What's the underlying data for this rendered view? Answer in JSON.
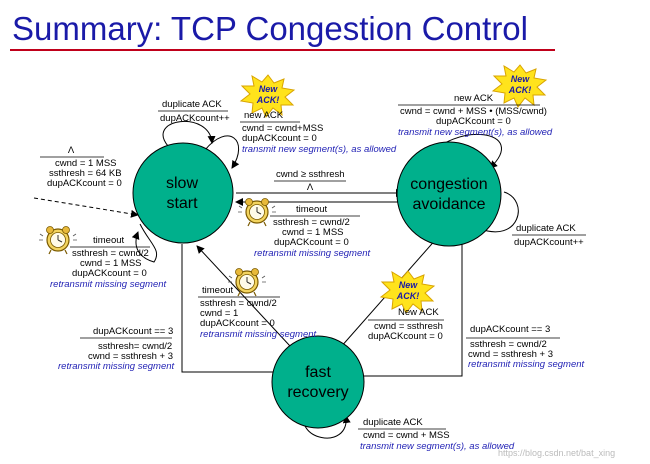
{
  "title": "Summary: TCP Congestion Control",
  "states": {
    "slow_start": [
      "slow",
      "start"
    ],
    "congestion_avoidance": [
      "congestion",
      "avoidance"
    ],
    "fast_recovery": [
      "fast",
      "recovery"
    ]
  },
  "badge": [
    "New",
    "ACK!"
  ],
  "init": {
    "event": "Λ",
    "actions": [
      "cwnd = 1 MSS",
      "ssthresh = 64 KB",
      "dupACKcount = 0"
    ]
  },
  "ss_dup": {
    "event": "duplicate ACK",
    "action": "dupACKcount++"
  },
  "ss_newack": {
    "event": "new ACK",
    "actions": [
      "cwnd = cwnd+MSS",
      "dupACKcount = 0"
    ],
    "note": "transmit new segment(s), as allowed"
  },
  "ss_timeout": {
    "event": "timeout",
    "actions": [
      "ssthresh = cwnd/2",
      "cwnd = 1 MSS",
      "dupACKcount = 0"
    ],
    "note": "retransmit missing segment"
  },
  "ss_to_ca": {
    "event": "cwnd ≥ ssthresh",
    "action": "Λ"
  },
  "ca_timeout": {
    "event": "timeout",
    "actions": [
      "ssthresh = cwnd/2",
      "cwnd = 1 MSS",
      "dupACKcount = 0"
    ],
    "note": "retransmit missing segment"
  },
  "ca_newack": {
    "event": "new ACK",
    "actions": [
      "cwnd = cwnd + MSS • (MSS/cwnd)",
      "dupACKcount = 0"
    ],
    "note": "transmit new segment(s), as allowed"
  },
  "ca_dup": {
    "event": "duplicate ACK",
    "action": "dupACKcount++"
  },
  "fr_timeout": {
    "event": "timeout",
    "actions": [
      "ssthresh = cwnd/2",
      "cwnd = 1",
      "dupACKcount = 0"
    ],
    "note": "retransmit missing segment"
  },
  "ss_to_fr": {
    "event": "dupACKcount == 3",
    "actions": [
      "ssthresh= cwnd/2",
      "cwnd = ssthresh + 3"
    ],
    "note": "retransmit missing segment"
  },
  "ca_to_fr": {
    "event": "dupACKcount == 3",
    "actions": [
      "ssthresh = cwnd/2",
      "cwnd = ssthresh + 3"
    ],
    "note": "retransmit missing segment"
  },
  "fr_to_ca": {
    "event": "New ACK",
    "actions": [
      "cwnd = ssthresh",
      "dupACKcount = 0"
    ]
  },
  "fr_dup": {
    "event": "duplicate ACK",
    "action": "cwnd = cwnd + MSS",
    "note": "transmit new segment(s), as allowed"
  },
  "watermark": "https://blog.csdn.net/bat_xing",
  "colors": {
    "state_fill": "#00b08c",
    "title": "#1a1aa8",
    "title_underline": "#c0001a",
    "note": "#1f1fb4",
    "burst_fill": "#ffe31c",
    "burst_stroke": "#d9a400"
  },
  "icons": [
    "new-ack-burst-icon",
    "alarm-clock-icon"
  ]
}
